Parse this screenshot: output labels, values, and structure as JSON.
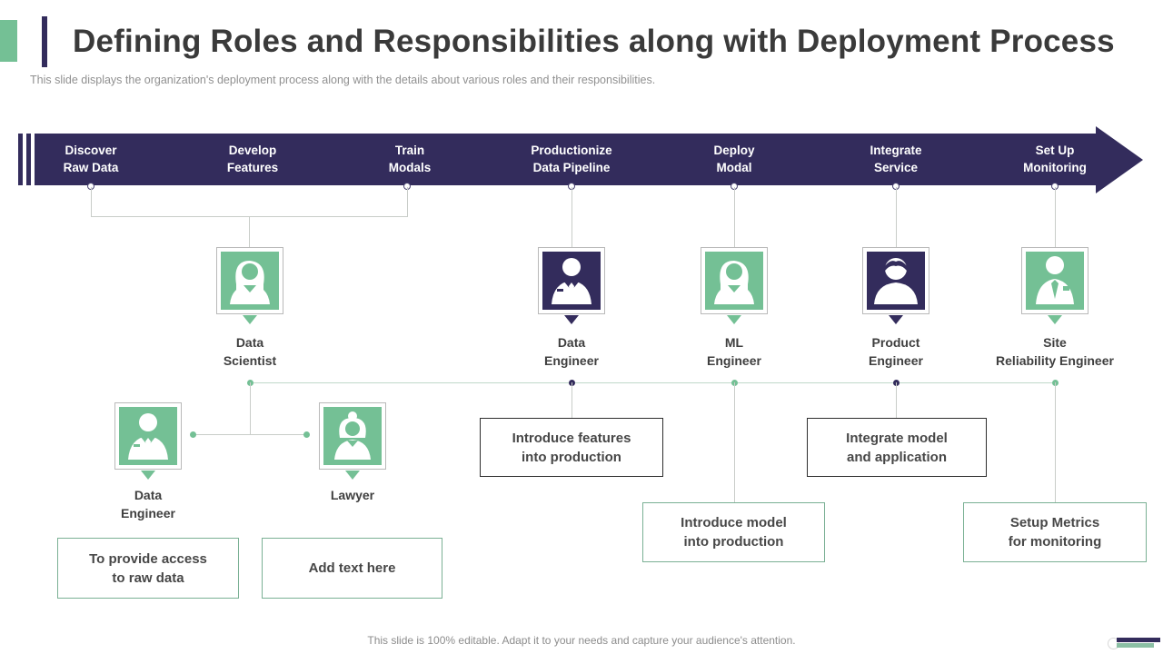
{
  "slide": {
    "title": "Defining Roles and Responsibilities along with Deployment Process",
    "subtitle": "This slide displays the organization's deployment process along with the details about various  roles and their responsibilities.",
    "footer": "This slide is 100% editable. Adapt it to your needs and capture your audience's attention."
  },
  "colors": {
    "navy": "#332c5c",
    "green": "#74c095",
    "connector_gray": "#c9cdc9",
    "connector_green": "#bfd8ca",
    "box_border_dark": "#2d2d2d",
    "box_border_green": "#7ab094",
    "title_text": "#3a3a3a",
    "muted_text": "#909090"
  },
  "banner": {
    "stages": [
      {
        "label": "Discover\nRaw Data"
      },
      {
        "label": "Develop\nFeatures"
      },
      {
        "label": "Train\nModals"
      },
      {
        "label": "Productionize\nData Pipeline"
      },
      {
        "label": "Deploy\nModal"
      },
      {
        "label": "Integrate\nService"
      },
      {
        "label": "Set Up\nMonitoring"
      }
    ]
  },
  "roles": {
    "row1": [
      {
        "label": "Data\nScientist",
        "icon": "female-person-icon",
        "color": "green"
      },
      {
        "label": "Data\nEngineer",
        "icon": "male-suit-person-icon",
        "color": "navy"
      },
      {
        "label": "ML\nEngineer",
        "icon": "female-person-icon",
        "color": "green"
      },
      {
        "label": "Product\nEngineer",
        "icon": "male-person-icon",
        "color": "navy"
      },
      {
        "label": "Site\nReliability Engineer",
        "icon": "male-tie-person-icon",
        "color": "green"
      }
    ],
    "row2": [
      {
        "label": "Data\nEngineer",
        "icon": "male-suit-person-icon",
        "color": "green"
      },
      {
        "label": "Lawyer",
        "icon": "female-bun-person-icon",
        "color": "green"
      }
    ]
  },
  "callouts": [
    {
      "text": "Introduce features\ninto production"
    },
    {
      "text": "Integrate model\nand application"
    },
    {
      "text": "Introduce model\ninto production"
    },
    {
      "text": "Setup Metrics\nfor monitoring"
    },
    {
      "text": "To provide access\nto raw data"
    },
    {
      "text": "Add text here"
    }
  ]
}
